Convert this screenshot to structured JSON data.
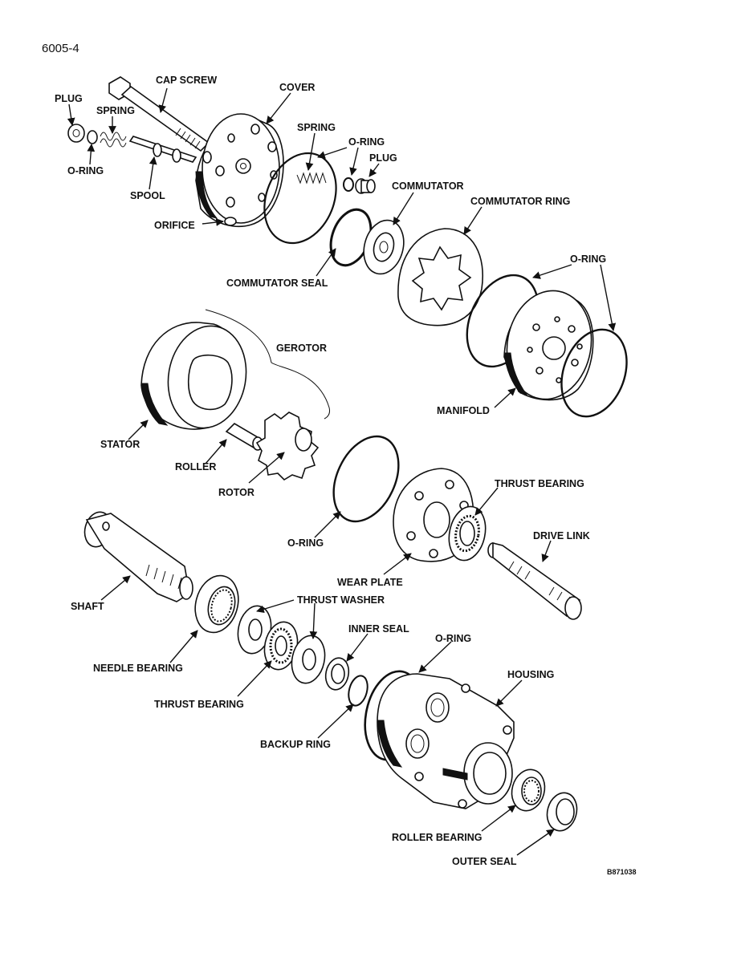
{
  "page": {
    "number": "6005-4",
    "figure_code": "B871038"
  },
  "labels": {
    "cap_screw": "CAP SCREW",
    "cover": "COVER",
    "plug_left": "PLUG",
    "spring_left": "SPRING",
    "o_ring_left": "O-RING",
    "spool": "SPOOL",
    "orifice": "ORIFICE",
    "spring_mid": "SPRING",
    "o_ring_top": "O-RING",
    "plug_mid": "PLUG",
    "commutator": "COMMUTATOR",
    "commutator_ring": "COMMUTATOR RING",
    "commutator_seal": "COMMUTATOR SEAL",
    "o_ring_manifold": "O-RING",
    "gerotor": "GEROTOR",
    "manifold": "MANIFOLD",
    "stator": "STATOR",
    "roller": "ROLLER",
    "rotor": "ROTOR",
    "thrust_bearing_top": "THRUST BEARING",
    "drive_link": "DRIVE LINK",
    "o_ring_wear": "O-RING",
    "wear_plate": "WEAR PLATE",
    "shaft": "SHAFT",
    "thrust_washer": "THRUST WASHER",
    "inner_seal": "INNER SEAL",
    "o_ring_housing": "O-RING",
    "housing": "HOUSING",
    "needle_bearing": "NEEDLE BEARING",
    "thrust_bearing_bottom": "THRUST BEARING",
    "backup_ring": "BACKUP RING",
    "roller_bearing": "ROLLER BEARING",
    "outer_seal": "OUTER SEAL"
  }
}
